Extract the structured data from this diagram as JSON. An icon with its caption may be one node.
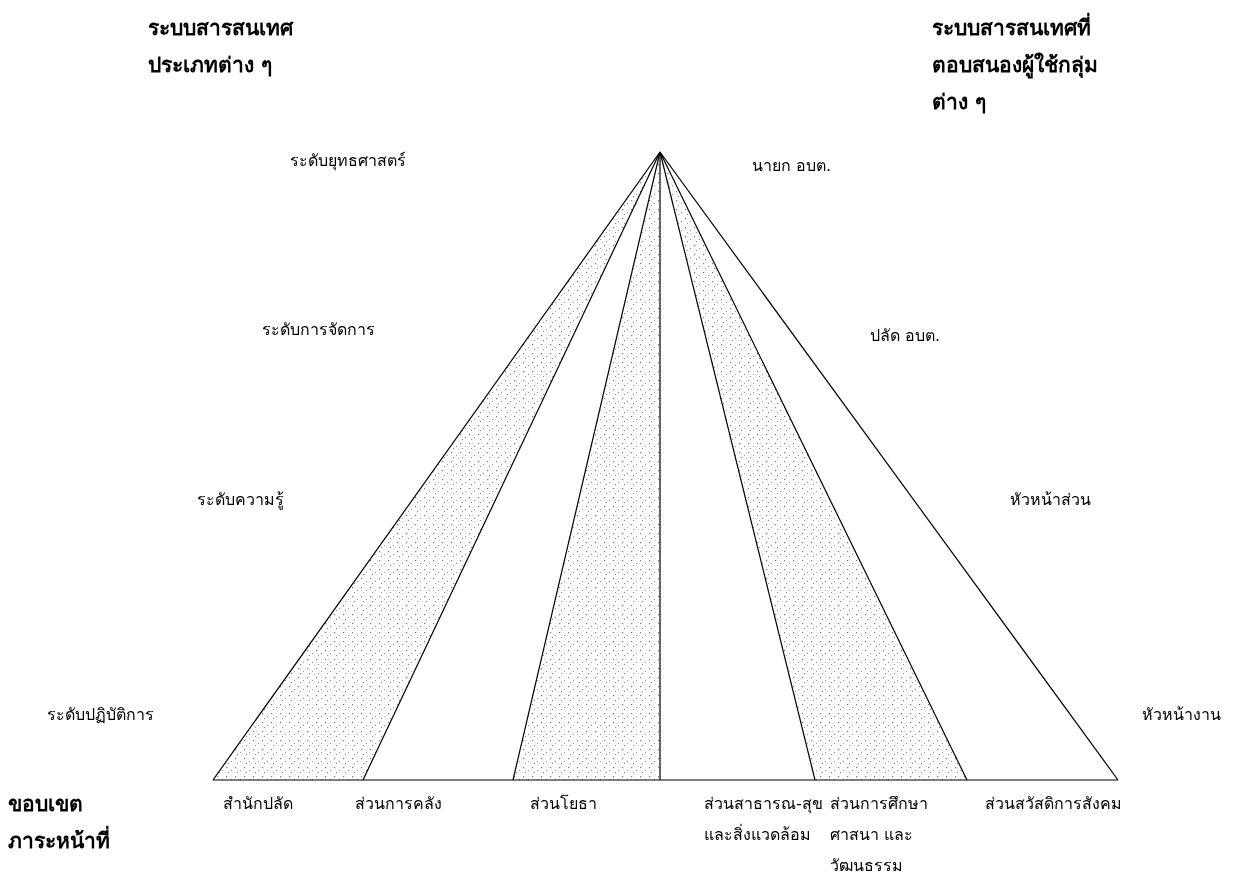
{
  "diagram": {
    "labels": [
      "ระบบสารสนเทศประเภทต่าง ๆ",
      "ระบบสารสนเทศที่ตอบสนองผู้ใช้กลุ่มต่าง ๆ",
      "ระดับยุทธศาสตร์",
      "นายก อบต.",
      "ระดับการจัดการ",
      "ปลัด อบต.",
      "ระดับความรู้",
      "หัวหน้าส่วน",
      "ระดับปฏิบัติการ",
      "หัวหน้างาน",
      "ขอบเขตภาระหน้าที่",
      "สำนักปลัด",
      "ส่วนการคลัง",
      "ส่วนโยธา",
      "ส่วนสาธารณ-สุขและสิ่งแวดล้อม",
      "ส่วนการศึกษาศาสนา และวัฒนธรรม",
      "ส่วนสวัสดิการสังคม"
    ]
  }
}
